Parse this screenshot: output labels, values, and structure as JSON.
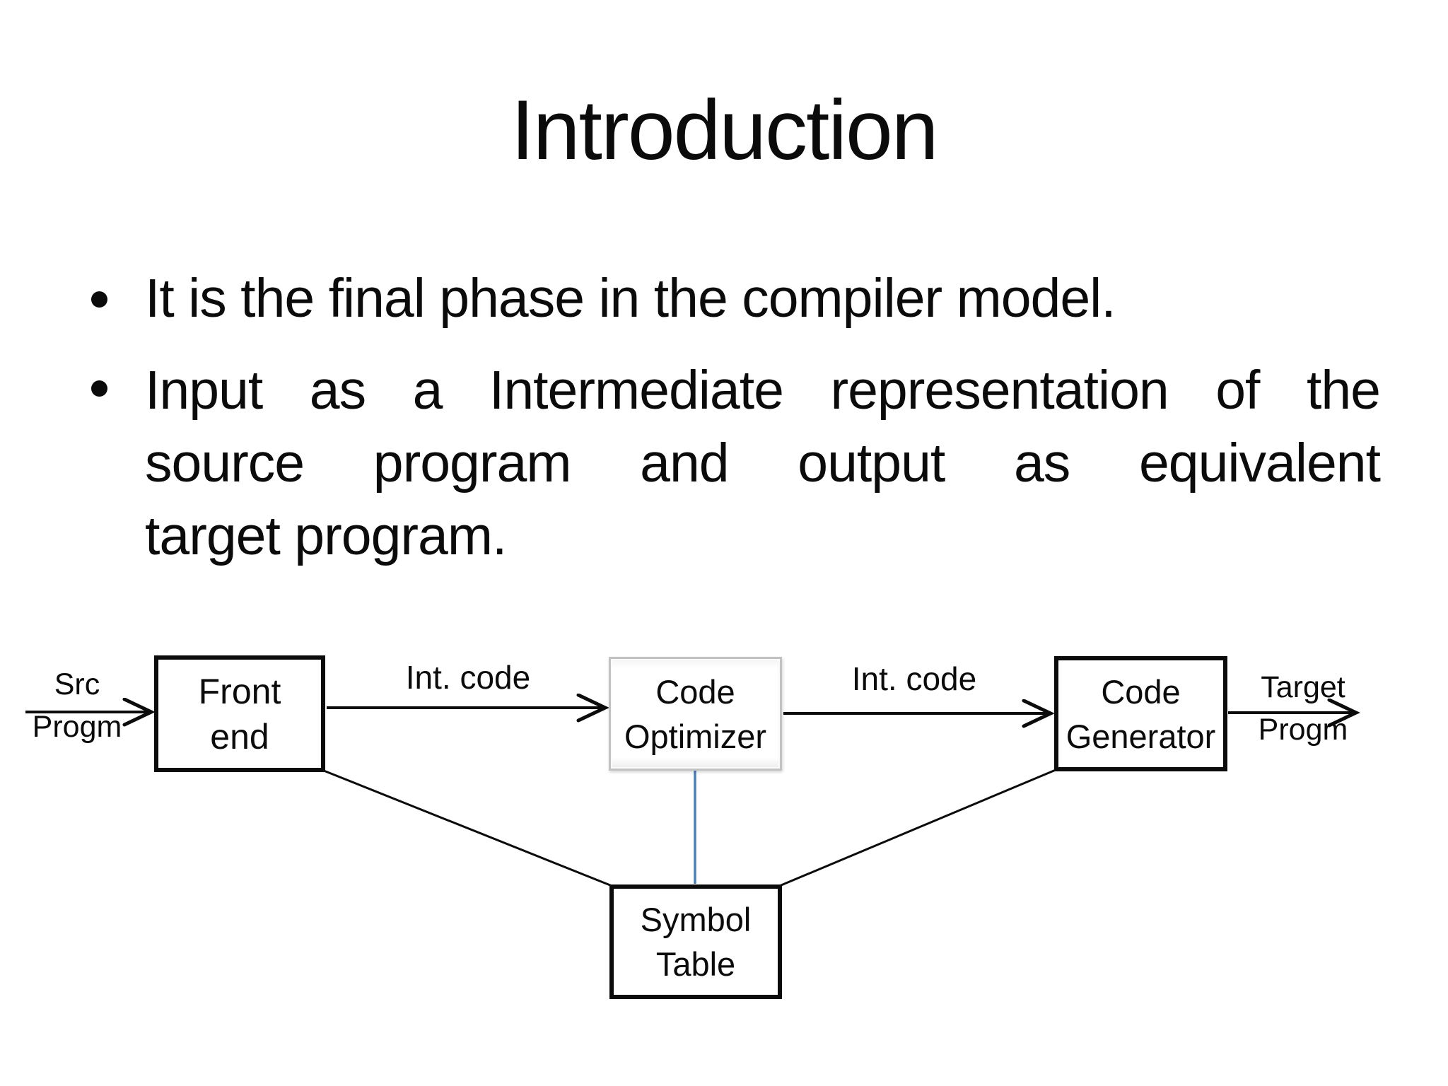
{
  "slide": {
    "title": "Introduction",
    "bullet1": {
      "line1": "It is the final phase in the compiler model."
    },
    "bullet2": {
      "line1": "Input as a Intermediate representation of the",
      "line2": "source program and output as equivalent",
      "line3": "target program."
    }
  },
  "diagram": {
    "input_label": {
      "line1": "Src",
      "line2": "Progm"
    },
    "output_label": {
      "line1": "Target",
      "line2": "Progm"
    },
    "edge_labels": {
      "int_code_1": "Int. code",
      "int_code_2": "Int. code"
    },
    "boxes": {
      "front_end": {
        "line1": "Front",
        "line2": "end"
      },
      "code_optimizer": {
        "line1": "Code",
        "line2": "Optimizer"
      },
      "code_generator": {
        "line1": "Code",
        "line2": "Generator"
      },
      "symbol_table": {
        "line1": "Symbol",
        "line2": "Table"
      }
    },
    "colors": {
      "line_color": "#0b0b0b",
      "symbol_table_link": "#4a7ebb",
      "optimizer_border": "#c2c2c2"
    }
  }
}
